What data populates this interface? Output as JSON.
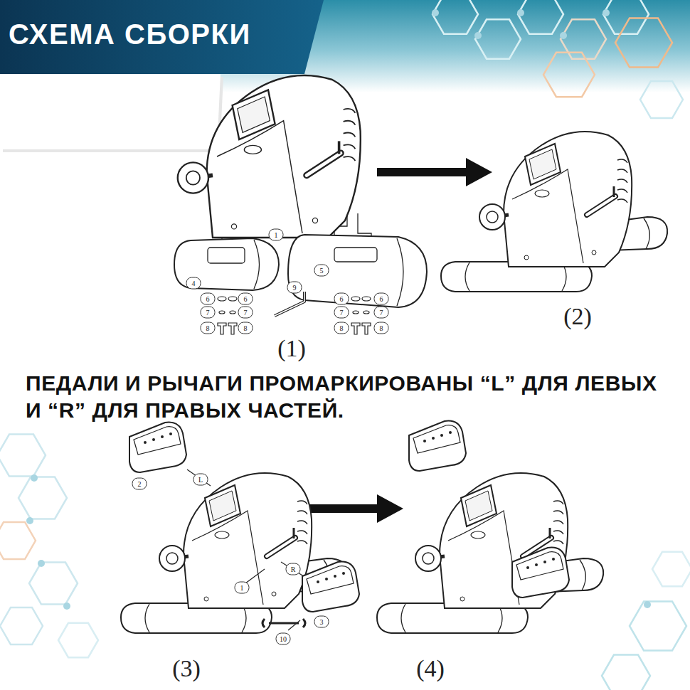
{
  "diagram": {
    "title": "СХЕМА СБОРКИ",
    "labels": [
      "1",
      "4",
      "5",
      "6",
      "6",
      "7",
      "7",
      "8",
      "8",
      "9",
      "6",
      "6",
      "7",
      "7",
      "8",
      "8",
      "(1)",
      "(2)",
      "ПЕДАЛИ И РЫЧАГИ ПРОМАРКИРОВАНЫ “L” ДЛЯ ЛЕВЫХ И “R” ДЛЯ ПРАВЫХ ЧАСТЕЙ.",
      "2",
      "L",
      "R",
      "1",
      "10",
      "3",
      "(3)",
      "(4)"
    ]
  }
}
